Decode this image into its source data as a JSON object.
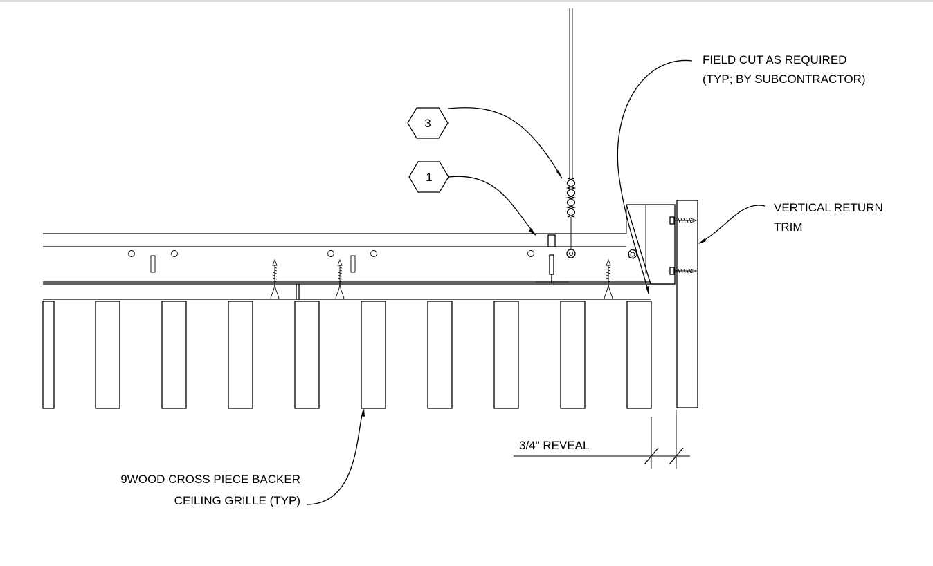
{
  "labels": {
    "field_cut_line1": "FIELD CUT AS REQUIRED",
    "field_cut_line2": "(TYP; BY SUBCONTRACTOR)",
    "vertical_return_line1": "VERTICAL RETURN",
    "vertical_return_line2": "TRIM",
    "reveal": "3/4\" REVEAL",
    "grille_line1": "9WOOD CROSS PIECE BACKER",
    "grille_line2": "CEILING GRILLE (TYP)"
  },
  "callouts": {
    "keynote_3": "3",
    "keynote_1": "1"
  }
}
